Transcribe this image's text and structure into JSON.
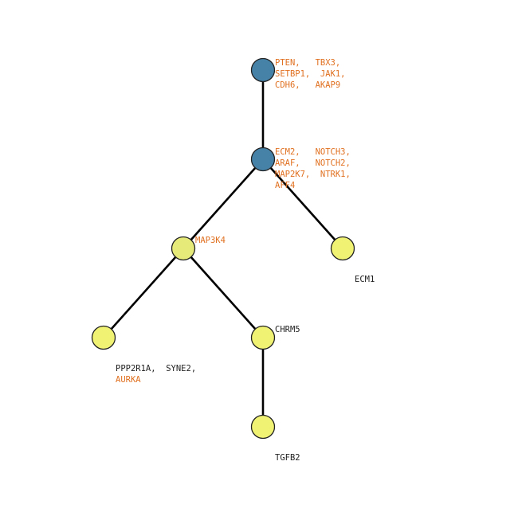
{
  "colors": {
    "blue_node": "#4682a8",
    "yellow_node": "#f0f274",
    "yellow_node_alt": "#e6ea78",
    "orange_text": "#e07020",
    "black_text": "#222222"
  },
  "nodes": {
    "root": {
      "lines": [
        "PTEN,   TBX3,",
        "SETBP1,  JAK1,",
        "CDH6,   AKAP9"
      ]
    },
    "n2": {
      "lines": [
        "ECM2,   NOTCH3,",
        "ARAF,   NOTCH2,",
        "MAP2K7,  NTRK1,",
        "AFF4"
      ]
    },
    "map3k4": {
      "lines": [
        "MAP3K4"
      ]
    },
    "ecm1": {
      "lines": [
        "ECM1"
      ]
    },
    "ppp": {
      "lines": [
        "PPP2R1A,  SYNE2,",
        "AURKA"
      ]
    },
    "chrm5": {
      "lines": [
        "CHRM5"
      ]
    },
    "tgfb2": {
      "lines": [
        "TGFB2"
      ]
    }
  }
}
